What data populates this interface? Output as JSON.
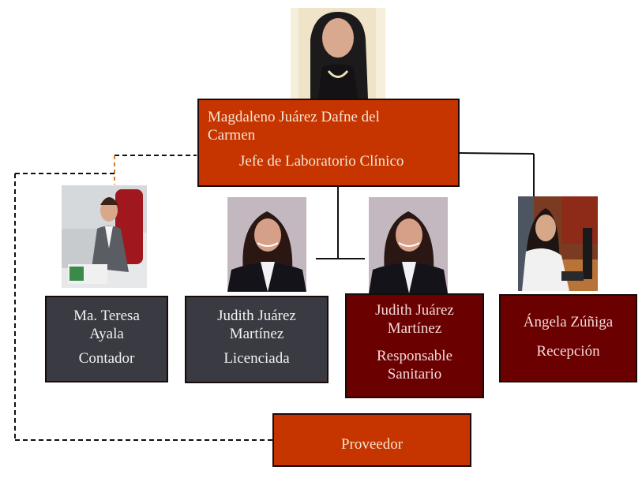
{
  "chart_data": {
    "type": "org-chart",
    "nodes": [
      {
        "id": "head",
        "name": "Magdaleno Juárez Dafne del Carmen",
        "role": "Jefe de Laboratorio Clínico",
        "color": "#c63400",
        "photo": "woman-long-dark-hair-necklace"
      },
      {
        "id": "contador",
        "name": "Ma. Teresa Ayala",
        "role": "Contador",
        "color": "#3a3a42",
        "photo": "woman-office-desk-red-chair"
      },
      {
        "id": "licenciada",
        "name": "Judith Juárez Martínez",
        "role": "Licenciada",
        "color": "#3a3a42",
        "photo": "woman-dark-blazer-portrait"
      },
      {
        "id": "sanitario",
        "name": "Judith Juárez Martínez",
        "role": "Responsable Sanitario",
        "color": "#6a0000",
        "photo": "woman-dark-blazer-portrait"
      },
      {
        "id": "recepcion",
        "name": "Ángela Zúñiga",
        "role": "Recepción",
        "color": "#6a0000",
        "photo": "woman-reception-desk"
      },
      {
        "id": "proveedor",
        "name": "",
        "role": "Proveedor",
        "color": "#c63400"
      }
    ],
    "edges": [
      {
        "from": "head",
        "to": "licenciada",
        "style": "solid"
      },
      {
        "from": "head",
        "to": "sanitario",
        "style": "solid"
      },
      {
        "from": "head",
        "to": "recepcion",
        "style": "solid"
      },
      {
        "from": "head",
        "to": "contador",
        "style": "dashed"
      },
      {
        "from": "head",
        "to": "proveedor",
        "style": "dashed"
      }
    ]
  },
  "head": {
    "name_line1": "Magdaleno Juárez Dafne del",
    "name_line2": "Carmen",
    "role": "Jefe de Laboratorio Clínico"
  },
  "contador": {
    "name_line1": "Ma. Teresa",
    "name_line2": "Ayala",
    "role": "Contador"
  },
  "licenciada": {
    "name_line1": "Judith Juárez",
    "name_line2": "Martínez",
    "role": "Licenciada"
  },
  "sanitario": {
    "name_line1": "Judith Juárez",
    "name_line2": "Martínez",
    "role_line1": "Responsable",
    "role_line2": "Sanitario"
  },
  "recepcion": {
    "name": "Ángela Zúñiga",
    "role": "Recepción"
  },
  "proveedor": {
    "role": "Proveedor"
  }
}
